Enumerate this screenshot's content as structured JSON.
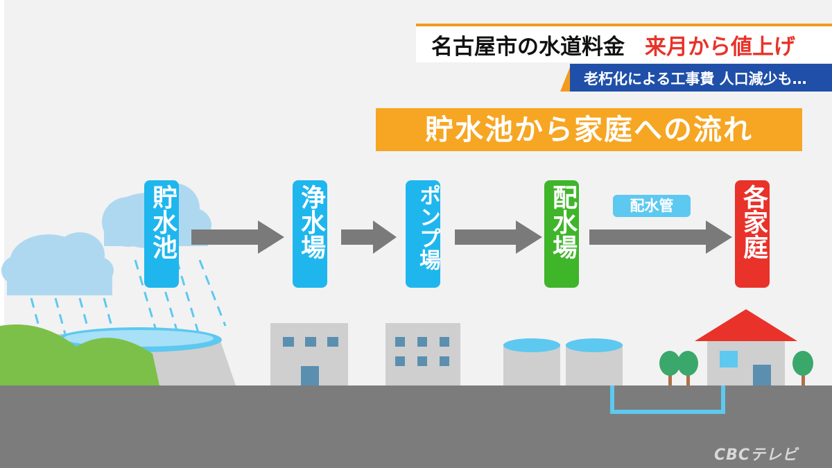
{
  "headline": {
    "title": "名古屋市の水道料金",
    "accent": "来月から値上げ",
    "subtitle": "老朽化による工事費 人口減少も…"
  },
  "diagram": {
    "banner": "貯水池から家庭への流れ",
    "nodes": [
      {
        "id": "reservoir",
        "label": "貯水池",
        "color": "#1fb6ee"
      },
      {
        "id": "purification-plant",
        "label": "浄水場",
        "color": "#1fb6ee"
      },
      {
        "id": "pump-station",
        "label": "ポンプ場",
        "color": "#1fb6ee"
      },
      {
        "id": "distribution-station",
        "label": "配水場",
        "color": "#3fb52a"
      },
      {
        "id": "homes",
        "label": "各家庭",
        "color": "#e8322a"
      }
    ],
    "edges": [
      {
        "from": "reservoir",
        "to": "purification-plant",
        "label": ""
      },
      {
        "from": "purification-plant",
        "to": "pump-station",
        "label": ""
      },
      {
        "from": "pump-station",
        "to": "distribution-station",
        "label": ""
      },
      {
        "from": "distribution-station",
        "to": "homes",
        "label": "配水管"
      }
    ]
  },
  "broadcaster_logo": "CBCテレビ",
  "colors": {
    "background": "#f2f2f2",
    "ground": "#7c7c7c",
    "arrow": "#7a7a7a",
    "water": "#5dc8f0",
    "banner": "#f6a623",
    "roof": "#e8322a",
    "subbar": "#1f4fa8"
  }
}
